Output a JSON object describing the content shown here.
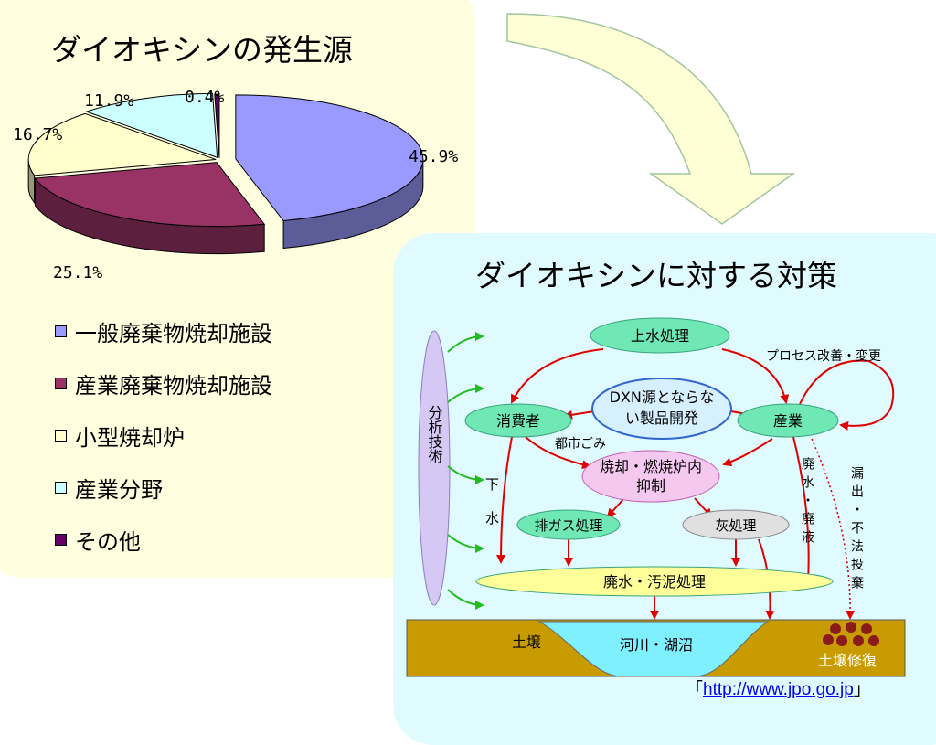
{
  "left_panel": {
    "title": "ダイオキシンの発生源",
    "chart_data": {
      "type": "pie",
      "categories": [
        "一般廃棄物焼却施設",
        "産業廃棄物焼却施設",
        "小型焼却炉",
        "産業分野",
        "その他"
      ],
      "values": [
        45.9,
        25.1,
        16.7,
        11.9,
        0.4
      ],
      "value_labels": [
        "45.9%",
        "25.1%",
        "16.7%",
        "11.9%",
        "0.4%"
      ],
      "colors": [
        "#9999ff",
        "#993366",
        "#ffffcc",
        "#ccffff",
        "#660066"
      ],
      "legend": "bottom"
    }
  },
  "right_panel": {
    "title": "ダイオキシンに対する対策",
    "diagram": {
      "water_treatment": "上水処理",
      "process_change": "プロセス改善・変更",
      "dxn_dev_line1": "DXN源とならな",
      "dxn_dev_line2": "い製品開発",
      "consumer": "消費者",
      "industry": "産業",
      "municipal_waste": "都市ごみ",
      "analysis_tech": "分析技術",
      "sewage": "下水",
      "incineration_line1": "焼却・燃焼炉内",
      "incineration_line2": "抑制",
      "exhaust_gas": "排ガス処理",
      "ash": "灰処理",
      "wastewater_sludge": "廃水・汚泥処理",
      "waste_liquid": "廃水・廃液",
      "illegal_dumping": "漏出・不法投棄",
      "soil": "土壌",
      "rivers_lakes": "河川・湖沼",
      "soil_remediation": "土壌修復"
    }
  },
  "footer": {
    "bracket_open": "「",
    "url": "http://www.jpo.go.jp",
    "bracket_close": "」"
  }
}
